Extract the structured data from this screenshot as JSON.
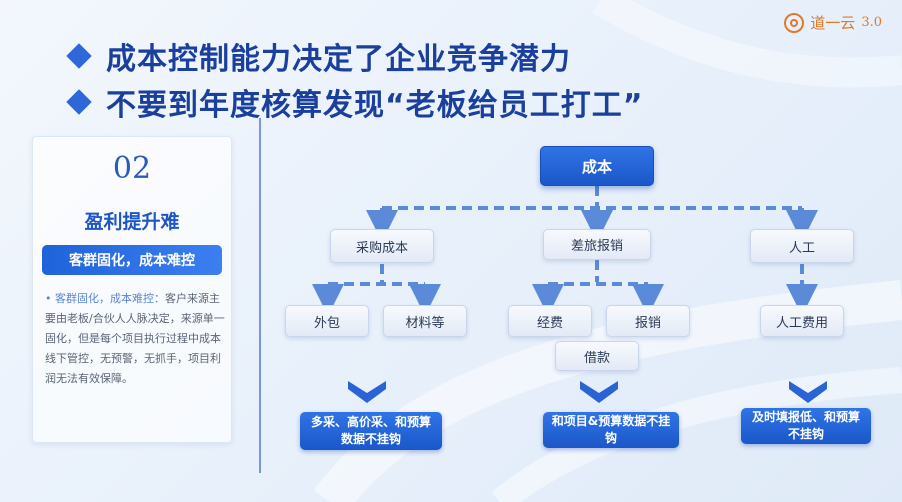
{
  "logo": {
    "name": "道一云",
    "version": "3.0",
    "icon": "logo-rings-icon"
  },
  "headlines": [
    "成本控制能力决定了企业竞争潜力",
    "不要到年度核算发现“老板给员工打工”"
  ],
  "card": {
    "number": "02",
    "title": "盈利提升难",
    "badge": "客群固化，成本难控",
    "desc_highlight": "• 客群固化，成本难控：",
    "desc_body": "客户来源主要由老板/合伙人人脉决定，来源单一固化，但是每个项目执行过程中成本线下管控，无预警，无抓手，项目利润无法有效保障。"
  },
  "diagram": {
    "root": "成本",
    "level1": [
      "采购成本",
      "差旅报销",
      "人工"
    ],
    "level2": {
      "purchase": [
        "外包",
        "材料等"
      ],
      "travel": [
        "经费",
        "报销",
        "借款"
      ],
      "labor": [
        "人工费用"
      ]
    },
    "results": [
      "多采、高价采、和预算数据不挂钩",
      "和项目&预算数据不挂钩",
      "及时填报低、和预算不挂钩"
    ]
  },
  "colors": {
    "primary": "#1f5fd6",
    "headline": "#1a3f9c",
    "accent": "#e07a2a"
  }
}
